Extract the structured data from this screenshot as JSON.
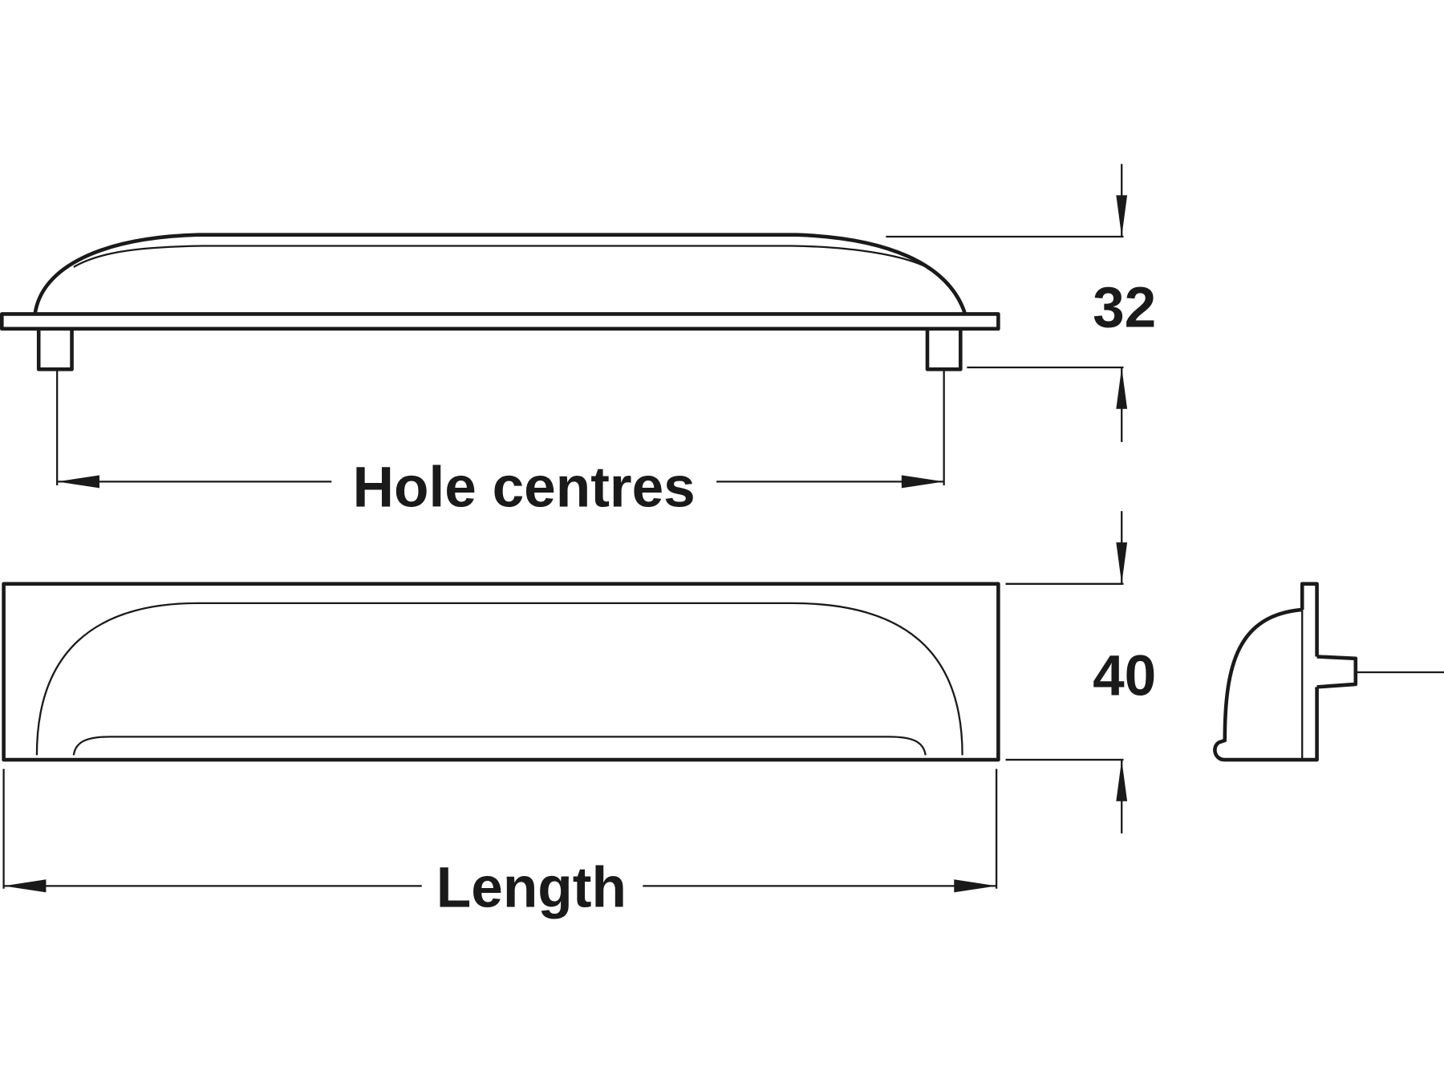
{
  "labels": {
    "hole_centres": "Hole centres",
    "length": "Length",
    "height": "32",
    "width": "40"
  },
  "colors": {
    "line": "#1a1a1a",
    "background": "#ffffff"
  }
}
